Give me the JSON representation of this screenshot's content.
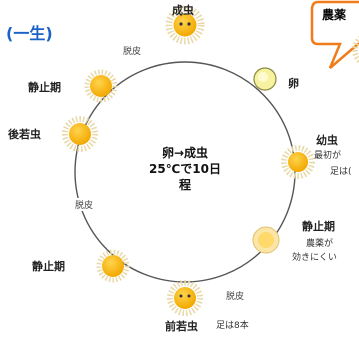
{
  "title": "(一生)",
  "callout": "農薬",
  "center": {
    "line1": "卵→成虫",
    "line2": "25℃で10日程"
  },
  "stages": {
    "adult": "成虫",
    "egg": "卵",
    "larva": "幼虫",
    "larva_note1": "最初が",
    "larva_note2": "足は(",
    "rest_right": "静止期",
    "rest_right_note1": "農薬が",
    "rest_right_note2": "効きにくい",
    "protonymph": "前若虫",
    "protonymph_note": "足は8本",
    "rest_left_bottom": "静止期",
    "deutonymph": "後若虫",
    "rest_left_top": "静止期"
  },
  "molts": {
    "top": "脱皮",
    "left": "脱皮",
    "bottom": "脱皮"
  },
  "colors": {
    "title": "#1a62c8",
    "mite_body": "#f2a800",
    "callout_border": "#f07c1a",
    "cycle": "#555555"
  }
}
